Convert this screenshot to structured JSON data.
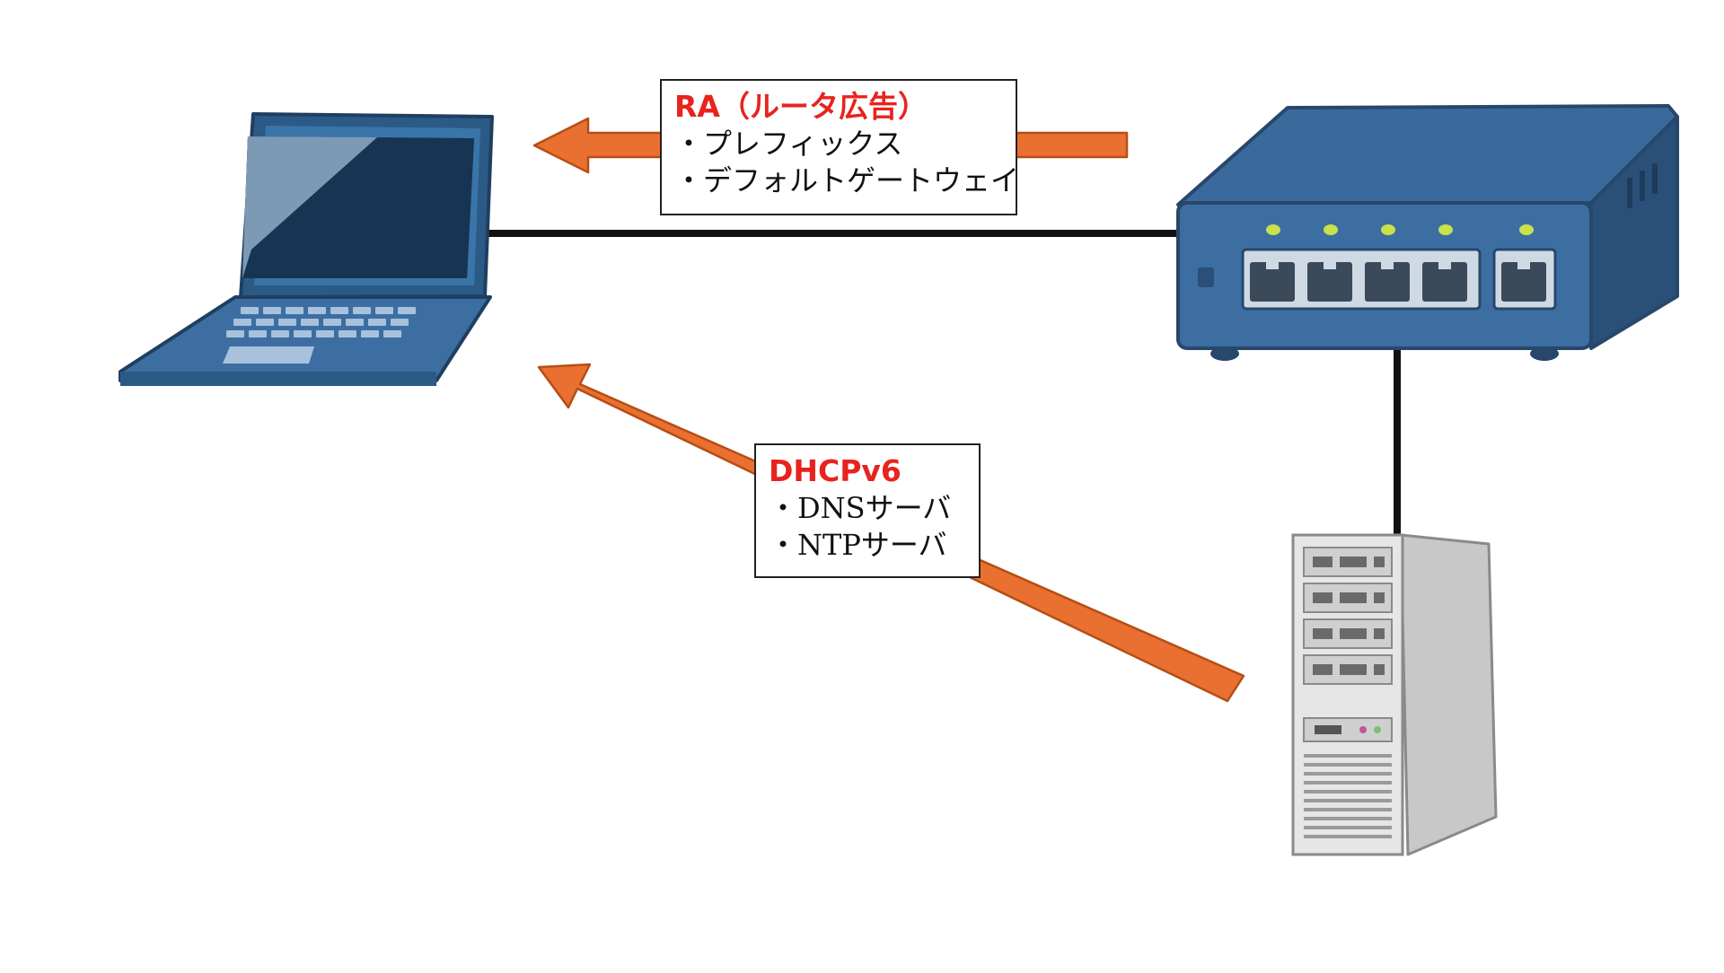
{
  "ra": {
    "title": "RA（ルータ広告）",
    "items": [
      "・プレフィックス",
      "・デフォルトゲートウェイ"
    ]
  },
  "dhcp": {
    "title": "DHCPv6",
    "items": [
      "・DNSサーバ",
      "・NTPサーバ"
    ]
  },
  "colors": {
    "arrow": "#e97030",
    "arrow_outline": "#b54e14",
    "title_text": "#e8231e",
    "device_blue": "#3d6ea2",
    "device_dark": "#27476b",
    "link": "#111111",
    "port_led": "#c9e14b",
    "server_gray": "#d9d9d9"
  },
  "icons": {
    "client": "laptop-icon",
    "router": "router-icon",
    "server": "server-icon"
  }
}
